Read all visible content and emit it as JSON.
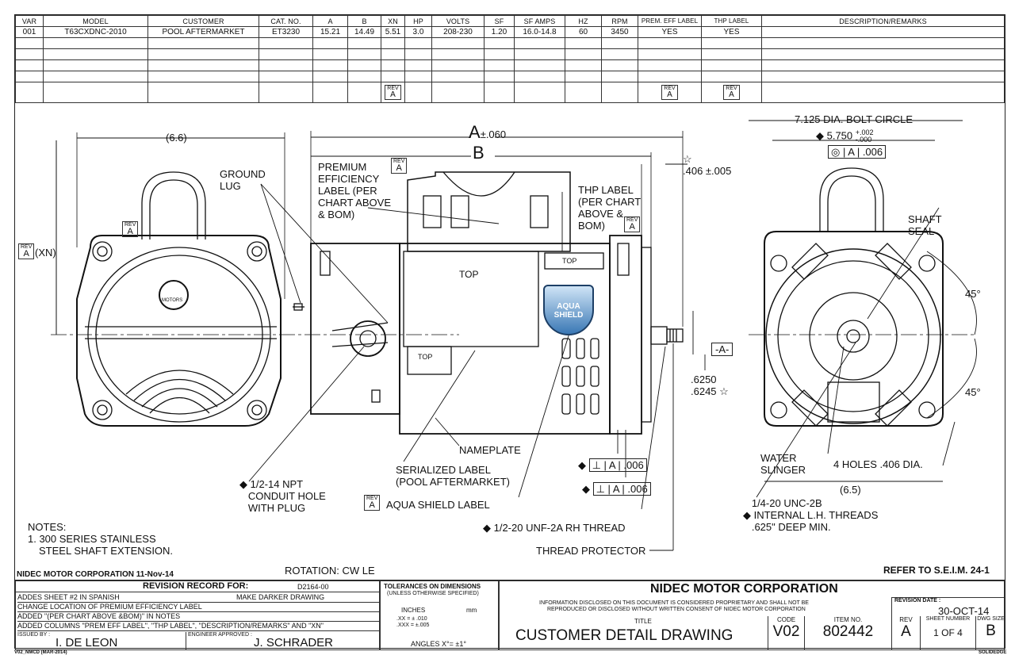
{
  "spec_table": {
    "headers": [
      "VAR",
      "MODEL",
      "CUSTOMER",
      "CAT. NO.",
      "A",
      "B",
      "XN",
      "HP",
      "VOLTS",
      "SF",
      "SF AMPS",
      "HZ",
      "RPM",
      "PREM. EFF LABEL",
      "THP LABEL",
      "DESCRIPTION/REMARKS"
    ],
    "row": [
      "001",
      "T63CXDNC-2010",
      "POOL AFTERMARKET",
      "ET3230",
      "15.21",
      "14.49",
      "5.51",
      "3.0",
      "208-230",
      "1.20",
      "16.0-14.8",
      "60",
      "3450",
      "YES",
      "YES",
      ""
    ],
    "rev_marker": "A",
    "rev_word": "REV"
  },
  "dimensions": {
    "a_letter": "A",
    "a_tol": "±.060",
    "b_letter": "B",
    "width_66": "(6.6)",
    "xn": "(XN)",
    "dim_406": ".406 ±.005",
    "bolt_circle": "7.125 DIA. BOLT CIRCLE",
    "pilot": "5.750",
    "pilot_tol_plus": "+.002",
    "pilot_tol_minus": "-.000",
    "concentric": ".006",
    "datum_a": "A",
    "shaft_1": ".6250",
    "shaft_2": ".6245",
    "datum_box": "-A-",
    "perp_1": ".006",
    "perp_2": ".006",
    "angle_top": "45°",
    "angle_bottom": "45°",
    "width_65": "(6.5)"
  },
  "callouts": {
    "ground_lug": [
      "GROUND",
      "LUG"
    ],
    "premium": [
      "PREMIUM",
      "EFFICIENCY",
      "LABEL (PER",
      "CHART ABOVE",
      "& BOM)"
    ],
    "thp": [
      "THP LABEL",
      "(PER CHART",
      "ABOVE &",
      "BOM)"
    ],
    "shaft_seal": [
      "SHAFT",
      "SEAL"
    ],
    "top_1": "TOP",
    "top_2": "TOP",
    "top_3": "TOP",
    "nameplate": "NAMEPLATE",
    "serialized": [
      "SERIALIZED LABEL",
      "(POOL AFTERMARKET)"
    ],
    "aqua": "AQUA SHIELD LABEL",
    "conduit": [
      "1/2-14 NPT",
      "CONDUIT HOLE",
      "WITH PLUG"
    ],
    "thread": "1/2-20 UNF-2A RH THREAD",
    "protector": "THREAD PROTECTOR",
    "water": [
      "WATER",
      "SLINGER"
    ],
    "holes": "4 HOLES .406 DIA.",
    "unc": [
      "1/4-20 UNC-2B",
      "INTERNAL L.H. THREADS",
      ".625\" DEEP MIN."
    ],
    "badge_text": [
      "AQUA",
      "SHIELD"
    ],
    "logo_text": "MOTORS"
  },
  "notes": {
    "title": "NOTES:",
    "line1": "1. 300 SERIES STAINLESS",
    "line2": "STEEL SHAFT EXTENSION."
  },
  "footer_line": {
    "company_date": "NIDEC MOTOR CORPORATION 11-Nov-14",
    "rotation": "ROTATION: CW LE",
    "refer": "REFER TO S.E.I.M. 24-1"
  },
  "title_block": {
    "revision_record_for": "REVISION RECORD FOR:",
    "rev_doc": "D2164-00",
    "revisions": [
      "ADDES SHEET #2 IN SPANISH",
      "CHANGE LOCATION OF PREMIUM EFFICIENCY LABEL",
      "ADDED \"(PER CHART ABOVE &BOM)\" IN NOTES",
      "ADDED COLUMNS \"PREM EFF LABEL\", \"THP LABEL\", \"DESCRIPTION/REMARKS\" AND \"XN\""
    ],
    "make_darker": "MAKE DARKER DRAWING",
    "issued_by_label": "ISSUED BY :",
    "issued_by": "I. DE LEON",
    "engineer_label": "ENGINEER APPROVED :",
    "engineer": "J. SCHRADER",
    "tolerances": "TOLERANCES ON DIMENSIONS",
    "unless": "(UNLESS OTHERWISE SPECIFIED)",
    "inches": "INCHES",
    "mm": "mm",
    "tol_xx": ".XX = ± .010",
    "tol_xxx": ".XXX = ±.005",
    "angles": "ANGLES  X°= ±1°",
    "company": "NIDEC MOTOR CORPORATION",
    "disclaimer_1": "INFORMATION DISCLOSED ON THIS DOCUMENT IS CONSIDERED PROPRIETARY AND SHALL NOT BE",
    "disclaimer_2": "REPRODUCED OR DISCLOSED WITHOUT WRITTEN CONSENT OF NIDEC MOTOR CORPORATION",
    "title_label": "TITLE",
    "title": "CUSTOMER  DETAIL  DRAWING",
    "code_label": "CODE",
    "code": "V02",
    "item_label": "ITEM NO.",
    "item": "802442",
    "rev_date_label": "REVISION DATE :",
    "rev_date": "30-OCT-14",
    "rev_label": "REV",
    "rev": "A",
    "sheet_label": "SHEET NUMBER",
    "sheet": "1  OF  4",
    "size_label": "DWG SIZE",
    "size": "B",
    "form_id": "V02_NMCD (MAR-2014)",
    "software": "SOLIDEDGE"
  }
}
